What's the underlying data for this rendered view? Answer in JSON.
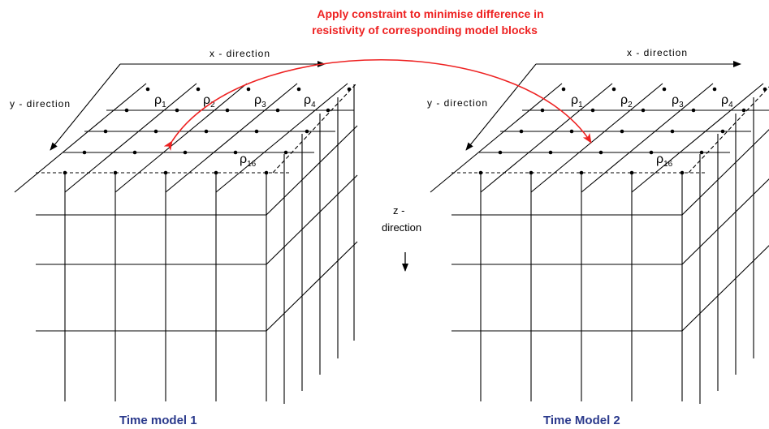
{
  "annotation": {
    "line1": "Apply constraint to minimise difference in",
    "line2": "resistivity of corresponding model blocks",
    "color": "#ee2222"
  },
  "axes": {
    "x": "x - direction",
    "y": "y - direction",
    "z_line1": "z -",
    "z_line2": "direction"
  },
  "models": [
    {
      "title": "Time model 1",
      "rho_symbol": "ρ",
      "cells": [
        {
          "sub": "1"
        },
        {
          "sub": "2"
        },
        {
          "sub": "3"
        },
        {
          "sub": "4"
        },
        {
          "sub": "16"
        }
      ]
    },
    {
      "title": "Time Model 2",
      "rho_symbol": "ρ",
      "cells": [
        {
          "sub": "1"
        },
        {
          "sub": "2"
        },
        {
          "sub": "3"
        },
        {
          "sub": "4"
        },
        {
          "sub": "16"
        }
      ]
    }
  ],
  "colors": {
    "title": "#2b3a8c",
    "lines": "#000000"
  }
}
